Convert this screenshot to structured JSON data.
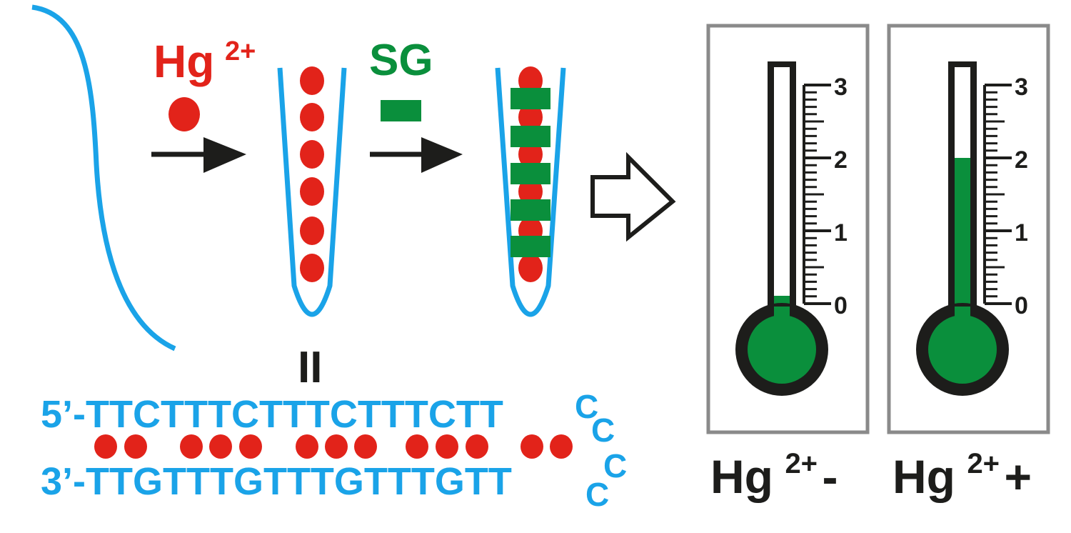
{
  "colors": {
    "dna": "#1aa3e8",
    "mercury": "#e2231a",
    "sg": "#0a8f3c",
    "ink": "#1d1d1b",
    "frame": "#8a8a8a"
  },
  "labels": {
    "hg_base": "Hg",
    "hg_charge": "2+",
    "sg": "SG",
    "equals": "II"
  },
  "sequence": {
    "top_prefix": "5’-",
    "top_bases": "TTCTTTCTTTCTTTCTT",
    "bottom_prefix": "3’-",
    "bottom_bases": "TTGTTTGTTTGTTTGTT",
    "loop": [
      "C",
      "C",
      "C",
      "C"
    ]
  },
  "thermometers": [
    {
      "id": "minus",
      "label_base": "Hg",
      "label_charge": "2+",
      "label_sign": "-",
      "level": 0,
      "scale_min": 0,
      "scale_max": 3,
      "ticks": [
        "0",
        "1",
        "2",
        "3"
      ]
    },
    {
      "id": "plus",
      "label_base": "Hg",
      "label_charge": "2+",
      "label_sign": "+",
      "level": 2,
      "scale_min": 0,
      "scale_max": 3,
      "ticks": [
        "0",
        "1",
        "2",
        "3"
      ]
    }
  ]
}
